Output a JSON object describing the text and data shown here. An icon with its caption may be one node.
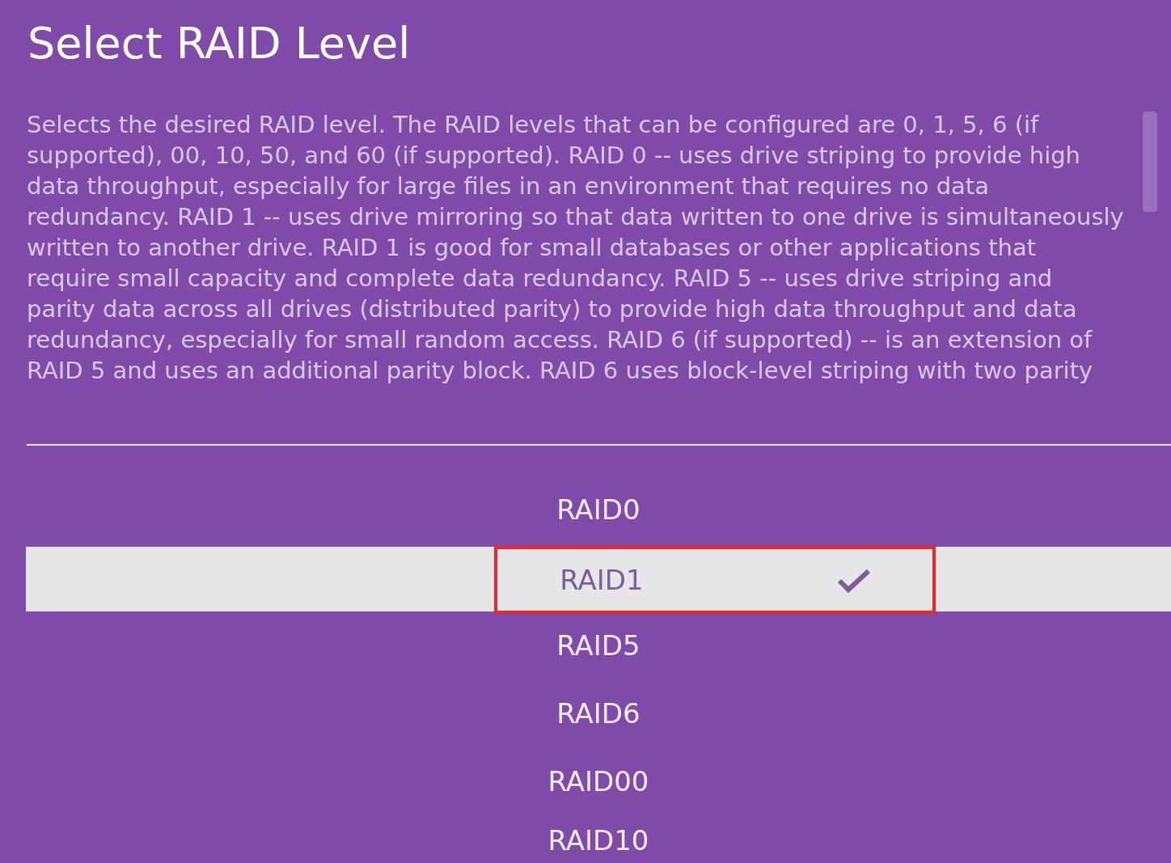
{
  "diagram": {
    "title": "Select RAID Level",
    "nodes": [
      {
        "text": [
          "RAID1"
        ]
      }
    ],
    "labels": [
      "Selects the desired RAID level. The RAID levels that can be configured are 0, 1, 5, 6 (if supported), 00, 10, 50, and 60 (if supported). RAID 0 -- uses drive striping to provide high data throughput, especially for large files in an environment that requires no data redundancy. RAID 1 -- uses drive mirroring so that data written to one drive is simultaneously written to another drive. RAID 1 is good for small databases or other applications that require small capacity and complete data redundancy. RAID 5 -- uses drive striping and parity data across all drives (distributed parity) to provide high data throughput and data redundancy, especially for small random access. RAID 6 (if supported) -- is an extension of RAID 5 and uses an additional parity block. RAID 6 uses block-level striping with two parity",
      "RAID0",
      "RAID5",
      "RAID6",
      "RAID00",
      "RAID10"
    ]
  }
}
